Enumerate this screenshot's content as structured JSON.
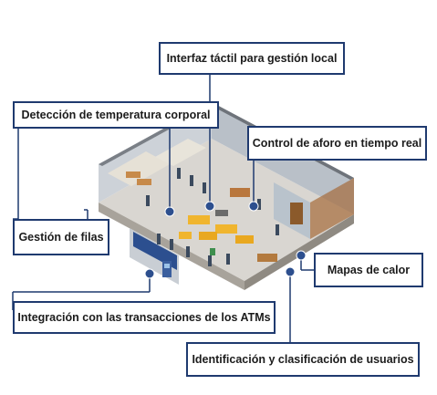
{
  "labels": {
    "interfaz": "Interfaz táctil para gestión local",
    "temperatura": "Detección de temperatura corporal",
    "aforo": "Control de aforo en tiempo real",
    "filas": "Gestión de filas",
    "mapas": "Mapas de calor",
    "atms": "Integración con las transacciones de los ATMs",
    "usuarios": "Identificación y clasificación de usuarios"
  },
  "colors": {
    "accent": "#1f3a6f",
    "marker": "#2d4f8e"
  }
}
